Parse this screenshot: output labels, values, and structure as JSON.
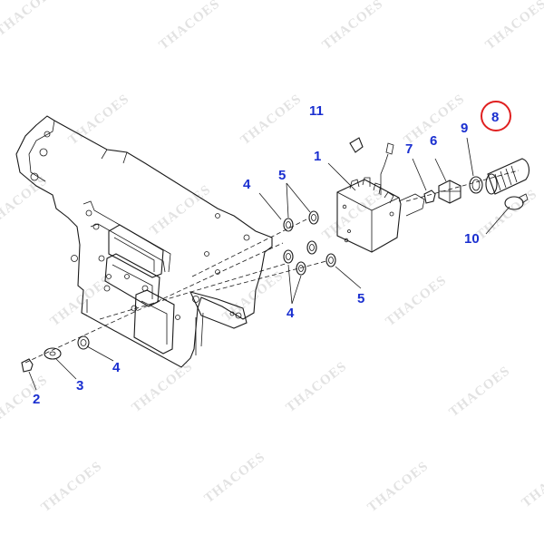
{
  "diagram": {
    "watermark_text": "THACOES",
    "colors": {
      "callout_number": "#1a2fd0",
      "highlight_circle": "#e02020",
      "line_art": "#1a1a1a",
      "watermark": "#9a9a9a"
    },
    "callouts": [
      {
        "id": "c1",
        "label": "1"
      },
      {
        "id": "c2",
        "label": "2"
      },
      {
        "id": "c3",
        "label": "3"
      },
      {
        "id": "c4a",
        "label": "4"
      },
      {
        "id": "c4b",
        "label": "4"
      },
      {
        "id": "c4c",
        "label": "4"
      },
      {
        "id": "c5a",
        "label": "5"
      },
      {
        "id": "c5b",
        "label": "5"
      },
      {
        "id": "c6",
        "label": "6"
      },
      {
        "id": "c7",
        "label": "7"
      },
      {
        "id": "c8",
        "label": "8",
        "highlighted": true
      },
      {
        "id": "c9",
        "label": "9"
      },
      {
        "id": "c10",
        "label": "10"
      },
      {
        "id": "c11",
        "label": "11"
      }
    ]
  }
}
